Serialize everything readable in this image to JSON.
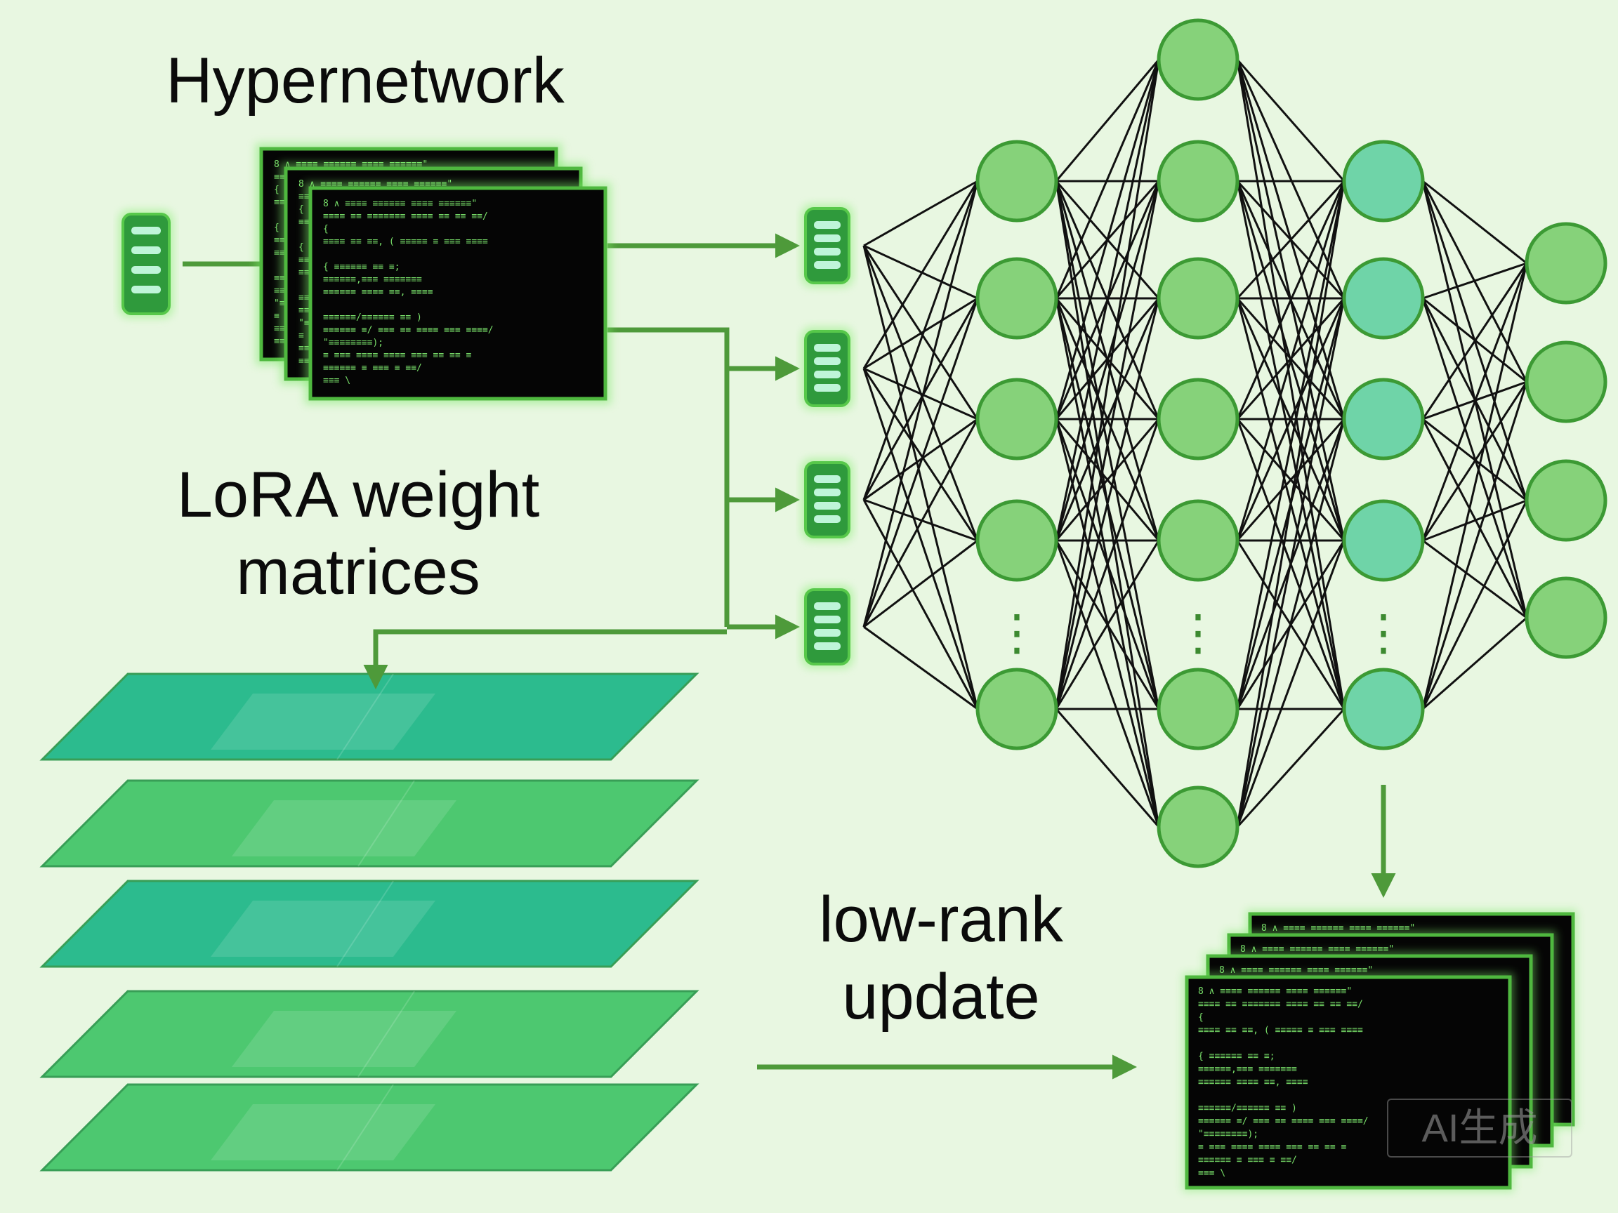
{
  "labels": {
    "hypernetwork": "Hypernetwork",
    "lora_line1": "LoRA weight",
    "lora_line2": "matrices",
    "update_line1": "low-rank",
    "update_line2": "update",
    "watermark": "AI生成"
  },
  "colors": {
    "background": "#e8f7e1",
    "node_green": "#86d27a",
    "node_teal": "#6fd4a8",
    "node_stroke": "#3c9a34",
    "edge": "#111111",
    "arrow": "#4e9a3a",
    "screen_bg": "#050505",
    "screen_text": "#79e06a",
    "plane_teal": "#22b88a",
    "plane_green": "#45c66a"
  },
  "network": {
    "layers": [
      {
        "nodes": 5,
        "tone": "green"
      },
      {
        "nodes": 7,
        "tone": "green"
      },
      {
        "nodes": 5,
        "tone": "teal"
      },
      {
        "nodes": 4,
        "tone": "green"
      }
    ],
    "ellipsis": "⋮"
  },
  "code_lines": [
    "8 ∧ ≡≡≡≡ ≡≡≡≡≡≡ ≡≡≡≡ ≡≡≡≡≡≡\"",
    "  ≡≡≡≡ ≡≡  ≡≡≡≡≡≡≡ ≡≡≡≡ ≡≡ ≡≡ ≡≡/",
    "{",
    "  ≡≡≡≡ ≡≡ ≡≡, ( ≡≡≡≡≡ ≡ ≡≡≡ ≡≡≡≡",
    "",
    "  {  ≡≡≡≡≡≡ ≡≡ ≡;",
    "     ≡≡≡≡≡≡,≡≡≡  ≡≡≡≡≡≡≡",
    "     ≡≡≡≡≡≡ ≡≡≡≡ ≡≡, ≡≡≡≡",
    "",
    "     ≡≡≡≡≡≡/≡≡≡≡≡≡ ≡≡ )",
    "     ≡≡≡≡≡≡ ≡/ ≡≡≡ ≡≡ ≡≡≡≡ ≡≡≡ ≡≡≡≡/",
    "     \"≡≡≡≡≡≡≡≡);",
    "     ≡ ≡≡≡ ≡≡≡≡ ≡≡≡≡ ≡≡≡ ≡≡ ≡≡ ≡",
    "     ≡≡≡≡≡≡ ≡ ≡≡≡ ≡ ≡≡/",
    "  ≡≡≡ \\"
  ]
}
